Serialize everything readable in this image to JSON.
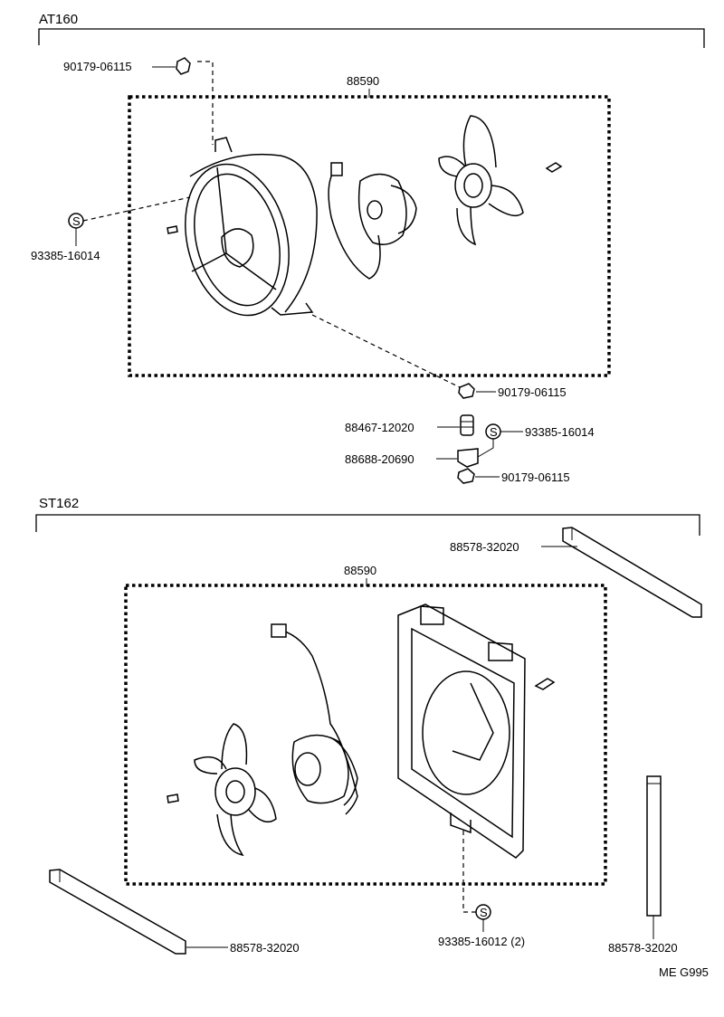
{
  "sections": [
    {
      "title": "AT160",
      "assembly_label": "88590",
      "callouts": [
        "90179-06115",
        "93385-16014",
        "90179-06115",
        "88467-12020",
        "93385-16014",
        "88688-20690",
        "90179-06115"
      ],
      "s_symbols": [
        "S",
        "S"
      ]
    },
    {
      "title": "ST162",
      "assembly_label": "88590",
      "callouts": [
        "88578-32020",
        "88578-32020",
        "93385-16012 (2)",
        "88578-32020"
      ],
      "s_symbols": [
        "S"
      ]
    }
  ],
  "figure_code": "ME G995"
}
